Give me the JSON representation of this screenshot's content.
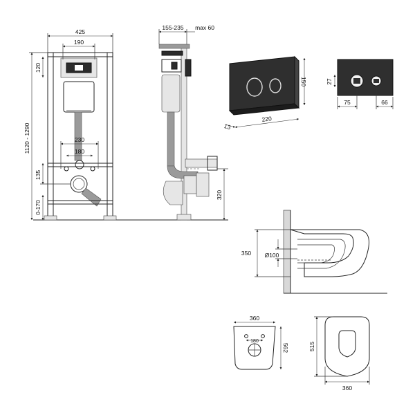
{
  "dimensions": {
    "frame_width": "425",
    "bracket_width": "190",
    "top_offset": "120",
    "height_range": "1120 - 1290",
    "fixing_span": "230",
    "drain_span": "180",
    "outlet_height": "135",
    "foot_range": "0-170",
    "depth_range": "155-235",
    "max_depth": "max 60",
    "side_height": "320",
    "plate_height": "150",
    "plate_width": "220",
    "plate_thickness": "13",
    "button_size": "27",
    "button_spacing": "75",
    "button_edge": "66",
    "bowl_height": "350",
    "pipe_diameter": "Ø100",
    "bowl_width_top": "360",
    "bowl_holes": "180",
    "bowl_length_top": "562",
    "bowl_length_bottom": "515",
    "bowl_width_bottom": "360"
  }
}
